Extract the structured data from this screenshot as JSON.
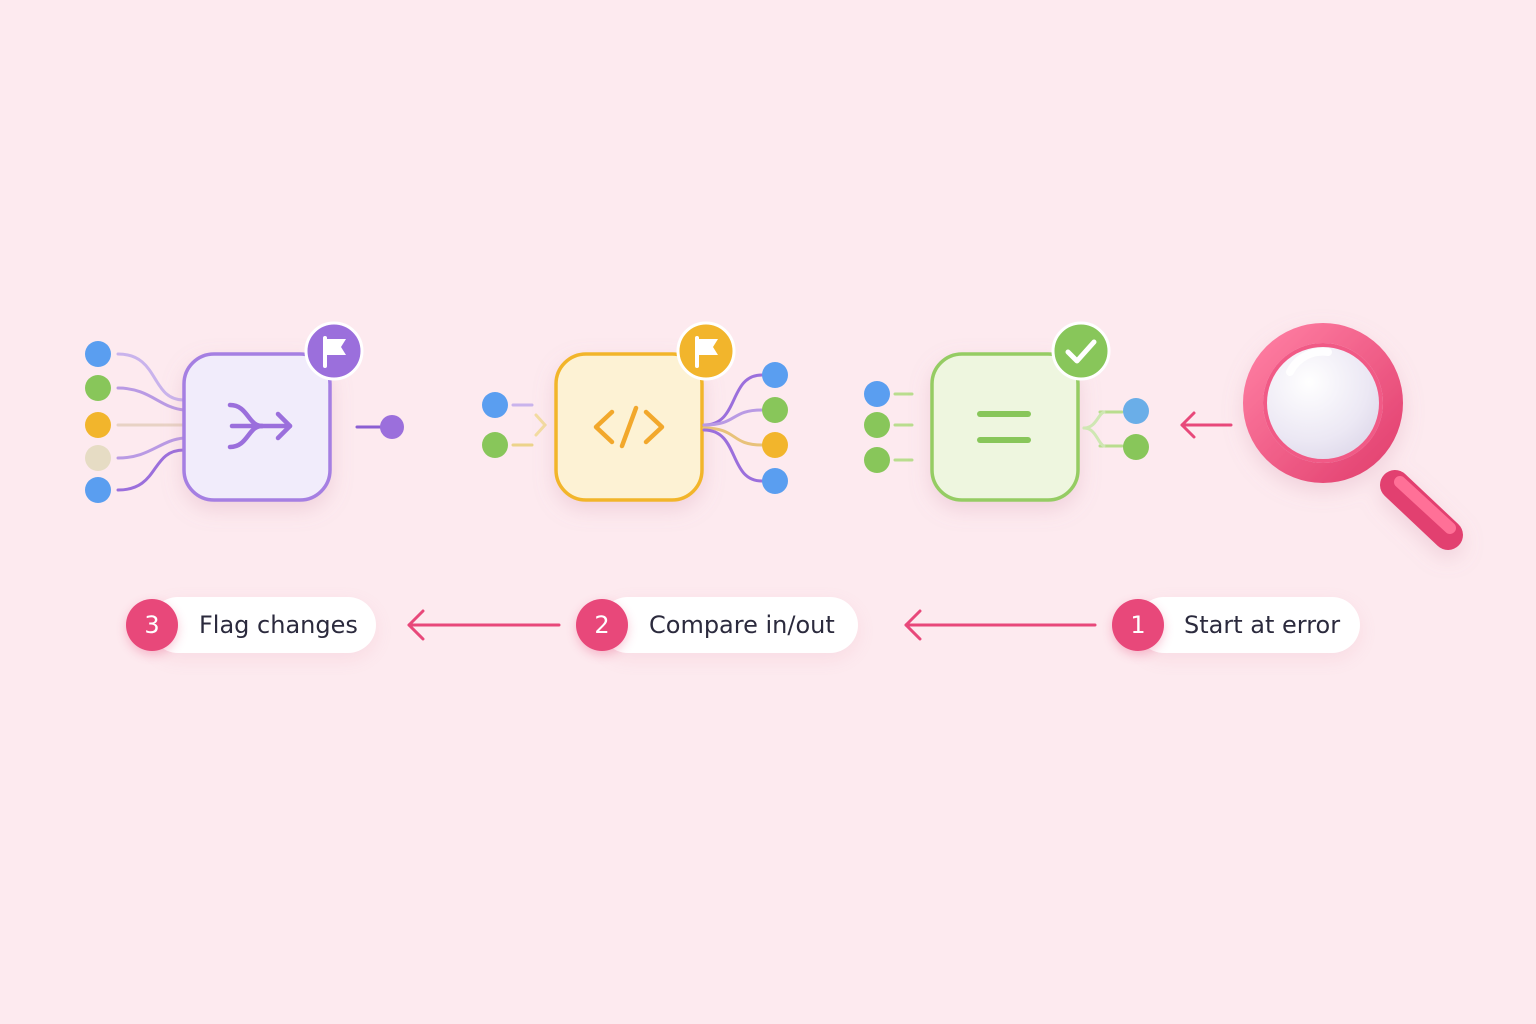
{
  "colors": {
    "background": "#fdeaef",
    "accent": "#e8487a",
    "purple": "#9b6fdc",
    "yellow": "#f2b52c",
    "green": "#88c65a",
    "blue": "#5a9ef0"
  },
  "steps": [
    {
      "number": "3",
      "label": "Flag changes"
    },
    {
      "number": "2",
      "label": "Compare in/out"
    },
    {
      "number": "1",
      "label": "Start at error"
    }
  ],
  "nodes": [
    {
      "name": "merge-node",
      "icon": "merge-arrow-icon",
      "status_icon": "flag-icon"
    },
    {
      "name": "code-node",
      "icon": "code-brackets-icon",
      "status_icon": "flag-icon"
    },
    {
      "name": "equals-node",
      "icon": "equals-icon",
      "status_icon": "check-icon"
    }
  ],
  "start_icon": "magnifying-glass-icon"
}
